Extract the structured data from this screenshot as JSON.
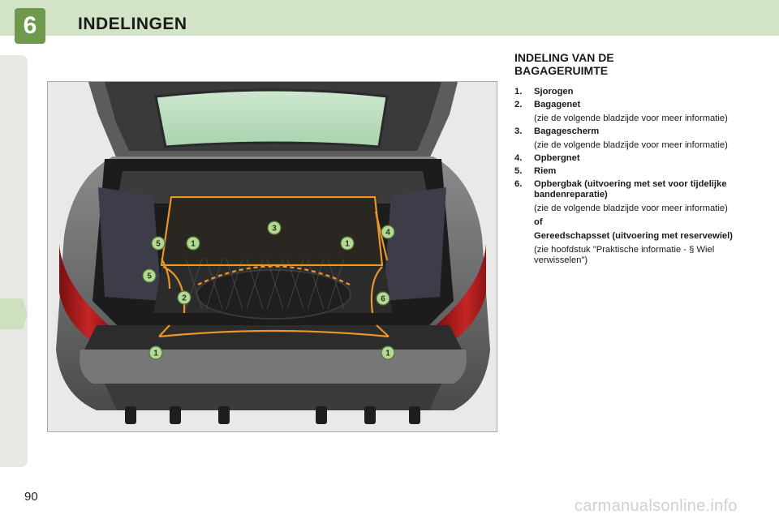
{
  "header": {
    "chapter_number": "6",
    "title": "INDELINGEN"
  },
  "figure": {
    "callouts": [
      "1",
      "1",
      "1",
      "1",
      "2",
      "3",
      "4",
      "5",
      "5",
      "6"
    ]
  },
  "section": {
    "title": "INDELING VAN DE BAGAGERUIMTE",
    "items": [
      {
        "num": "1.",
        "label": "Sjorogen"
      },
      {
        "num": "2.",
        "label": "Bagagenet",
        "note": "(zie de volgende bladzijde voor meer informatie)"
      },
      {
        "num": "3.",
        "label": "Bagagescherm",
        "note": "(zie de volgende bladzijde voor meer informatie)"
      },
      {
        "num": "4.",
        "label": "Opbergnet"
      },
      {
        "num": "5.",
        "label": "Riem"
      },
      {
        "num": "6.",
        "label": "Opbergbak (uitvoering met set voor tijdelijke bandenreparatie)",
        "note": "(zie de volgende bladzijde voor meer informatie)",
        "conjunction": "of",
        "alt_label": "Gereedschapsset (uitvoering met reservewiel)",
        "alt_note": "(zie hoofdstuk \"Praktische informatie - § Wiel verwisselen\")"
      }
    ]
  },
  "footer": {
    "page_number": "90",
    "watermark": "carmanualsonline.info"
  },
  "colors": {
    "header_band": "#d3e4c6",
    "chapter_tab": "#6f9a4e",
    "callout_fill": "#b6d69a",
    "outline_orange": "#e8962a"
  }
}
